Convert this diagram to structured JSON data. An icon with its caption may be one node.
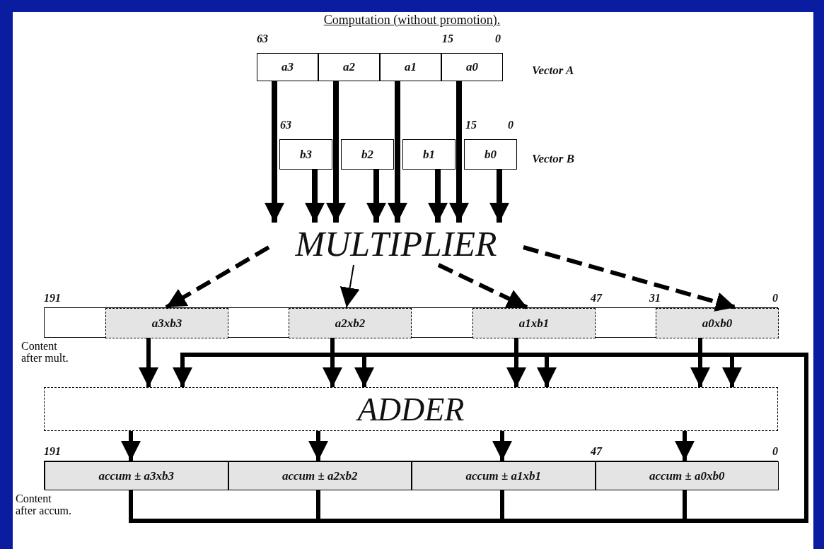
{
  "diagram": {
    "title": "Computation (without promotion).",
    "nodes": [
      {
        "text": [
          "a3"
        ]
      },
      {
        "text": [
          "a2"
        ]
      },
      {
        "text": [
          "a1"
        ]
      },
      {
        "text": [
          "a0"
        ]
      },
      {
        "text": [
          "b3"
        ]
      },
      {
        "text": [
          "b2"
        ]
      },
      {
        "text": [
          "b1"
        ]
      },
      {
        "text": [
          "b0"
        ]
      },
      {
        "text": [
          "MULTIPLIER"
        ]
      },
      {
        "text": [],
        "shape": "bar",
        "beside": [
          "Content after mult."
        ]
      },
      {
        "text": [
          "a3xb3"
        ],
        "in": 9
      },
      {
        "text": [
          "a2xb2"
        ],
        "in": 9
      },
      {
        "text": [
          "a1xb1"
        ],
        "in": 9
      },
      {
        "text": [
          "a0xb0"
        ],
        "in": 9
      },
      {
        "text": [
          "ADDER"
        ]
      },
      {
        "text": [],
        "shape": "bar",
        "beside": [
          "Content after accum."
        ]
      },
      {
        "text": [
          "accum ± a3xb3"
        ],
        "in": 15
      },
      {
        "text": [
          "accum ± a2xb2"
        ],
        "in": 15
      },
      {
        "text": [
          "accum ± a1xb1"
        ],
        "in": 15
      },
      {
        "text": [
          "accum ± a0xb0"
        ],
        "in": 15
      }
    ],
    "edges": [
      {
        "from": 0,
        "to": 8,
        "arrow": "to"
      },
      {
        "from": 1,
        "to": 8,
        "arrow": "to"
      },
      {
        "from": 2,
        "to": 8,
        "arrow": "to"
      },
      {
        "from": 3,
        "to": 8,
        "arrow": "to"
      },
      {
        "from": 4,
        "to": 8,
        "arrow": "to"
      },
      {
        "from": 5,
        "to": 8,
        "arrow": "to"
      },
      {
        "from": 6,
        "to": 8,
        "arrow": "to"
      },
      {
        "from": 7,
        "to": 8,
        "arrow": "to"
      },
      {
        "from": 8,
        "to": 10,
        "arrow": "to",
        "style": "dashed"
      },
      {
        "from": 8,
        "to": 11,
        "arrow": "to"
      },
      {
        "from": 8,
        "to": 12,
        "arrow": "to",
        "style": "dashed"
      },
      {
        "from": 8,
        "to": 13,
        "arrow": "to",
        "style": "dashed"
      },
      {
        "from": 10,
        "to": 14,
        "arrow": "to"
      },
      {
        "from": 11,
        "to": 14,
        "arrow": "to"
      },
      {
        "from": 12,
        "to": 14,
        "arrow": "to"
      },
      {
        "from": 13,
        "to": 14,
        "arrow": "to"
      },
      {
        "from": 14,
        "to": 16,
        "arrow": "to"
      },
      {
        "from": 14,
        "to": 17,
        "arrow": "to"
      },
      {
        "from": 14,
        "to": 18,
        "arrow": "to"
      },
      {
        "from": 14,
        "to": 19,
        "arrow": "to"
      },
      {
        "from": 16,
        "to": 14,
        "arrow": "to"
      },
      {
        "from": 17,
        "to": 14,
        "arrow": "to"
      },
      {
        "from": 18,
        "to": 14,
        "arrow": "to"
      },
      {
        "from": 19,
        "to": 14,
        "arrow": "to"
      }
    ],
    "labels": [
      "63",
      "15",
      "0",
      "Vector A",
      "63",
      "15",
      "0",
      "Vector B",
      "191",
      "47",
      "31",
      "0",
      "191",
      "47",
      "0"
    ]
  }
}
